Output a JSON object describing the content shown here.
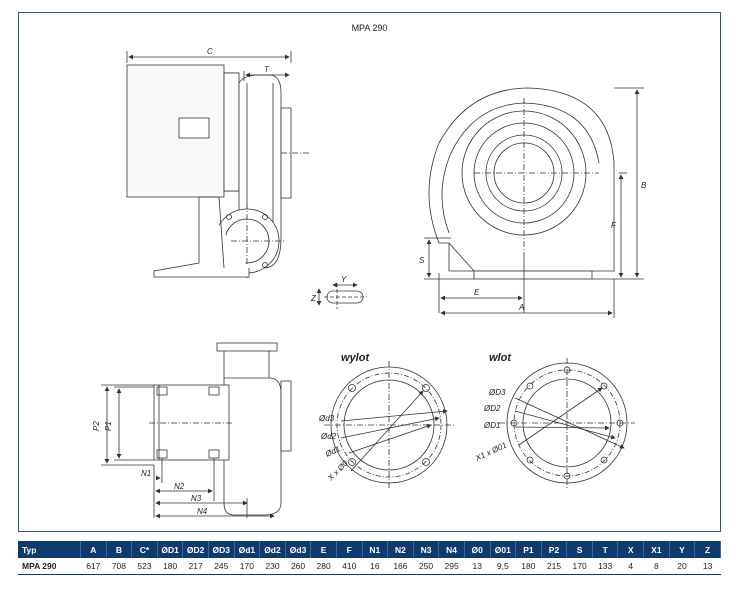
{
  "drawing": {
    "title": "MPA 290",
    "dims": {
      "C": "C",
      "T": "T",
      "B": "B",
      "F": "F",
      "S": "S",
      "E": "E",
      "A": "A",
      "Y": "Y",
      "Z": "Z",
      "P1": "P1",
      "P2": "P2",
      "N1": "N1",
      "N2": "N2",
      "N3": "N3",
      "N4": "N4"
    },
    "outlet": {
      "label": "wylot",
      "d3": "Ød3",
      "d2": "Ød2",
      "d1": "Ød1",
      "xd": "X x Ø0"
    },
    "inlet": {
      "label": "wlot",
      "D3": "ØD3",
      "D2": "ØD2",
      "D1": "ØD1",
      "x1": "X1 x Ø01"
    }
  },
  "table": {
    "headers": [
      "Typ",
      "A",
      "B",
      "C*",
      "ØD1",
      "ØD2",
      "ØD3",
      "Ød1",
      "Ød2",
      "Ød3",
      "E",
      "F",
      "N1",
      "N2",
      "N3",
      "N4",
      "Ø0",
      "Ø01",
      "P1",
      "P2",
      "S",
      "T",
      "X",
      "X1",
      "Y",
      "Z"
    ],
    "rows": [
      [
        "MPA 290",
        "617",
        "708",
        "523",
        "180",
        "217",
        "245",
        "170",
        "230",
        "260",
        "280",
        "410",
        "16",
        "166",
        "250",
        "295",
        "13",
        "9,5",
        "180",
        "215",
        "170",
        "133",
        "4",
        "8",
        "20",
        "13"
      ]
    ]
  }
}
